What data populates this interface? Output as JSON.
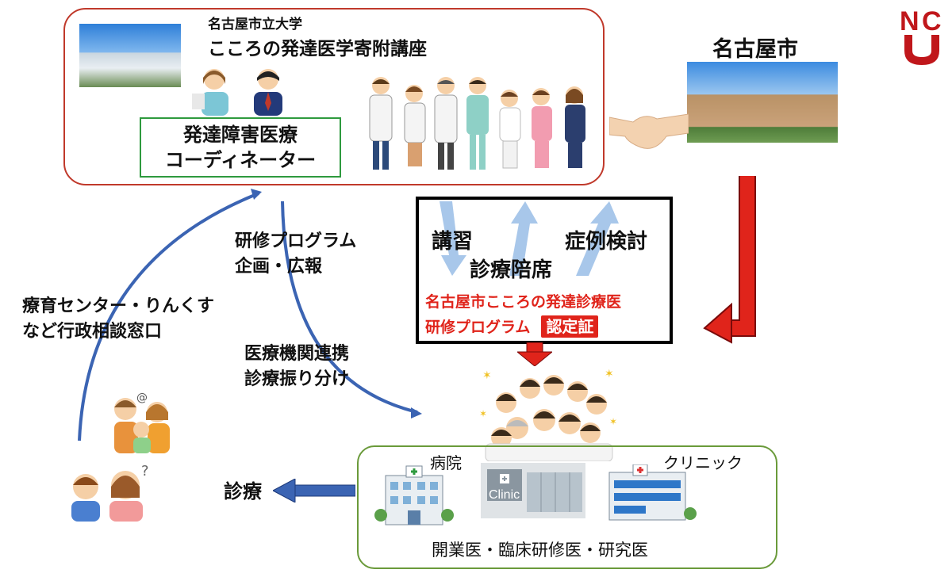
{
  "logo": {
    "text": "NCU",
    "color": "#c0171b"
  },
  "university": {
    "line1": "名古屋市立大学",
    "line2": "こころの発達医学寄附講座"
  },
  "coordinator": {
    "line1": "発達障害医療",
    "line2": "コーディネーター"
  },
  "city": {
    "label": "名古屋市"
  },
  "program": {
    "lecture": "講習",
    "case_review": "症例検討",
    "shadowing": "診療陪席",
    "title": "名古屋市こころの発達診療医",
    "subtitle": "研修プログラム",
    "certificate": "認定証"
  },
  "labels": {
    "training_pr_line1": "研修プログラム",
    "training_pr_line2": "企画・広報",
    "admin_line1": "療育センター・りんくす",
    "admin_line2": "など行政相談窓口",
    "medical_line1": "医療機関連携",
    "medical_line2": "診療振り分け",
    "diagnosis": "診療"
  },
  "facilities": {
    "hospital": "病院",
    "clinic": "クリニック",
    "clinic_sign": "Clinic",
    "doctors": "開業医・臨床研修医・研究医"
  },
  "colors": {
    "red_border": "#c0392b",
    "green_border": "#6a9a3a",
    "blue_arrow": "#3b64b3",
    "red_arrow": "#e0241b"
  }
}
